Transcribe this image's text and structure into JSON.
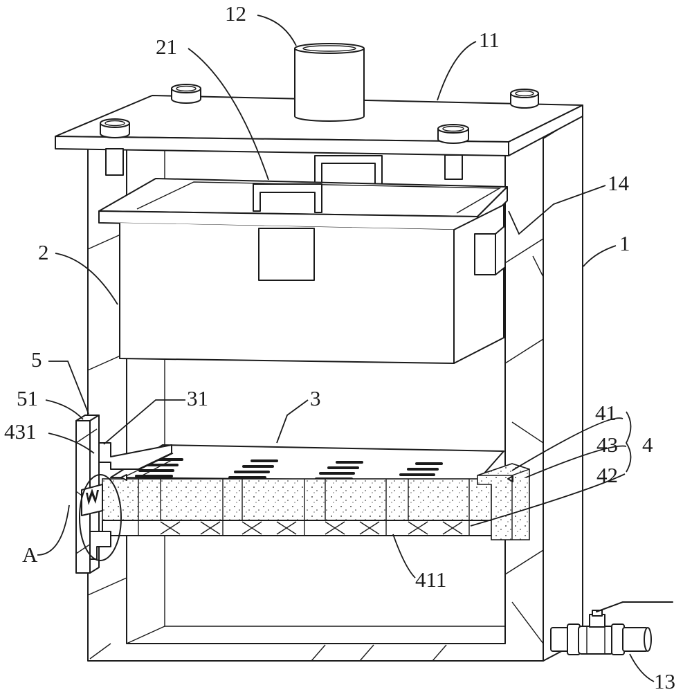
{
  "labels": {
    "l12": "12",
    "l21": "21",
    "l11": "11",
    "l14": "14",
    "l1": "1",
    "l2": "2",
    "l5": "5",
    "l51": "51",
    "l431": "431",
    "l31": "31",
    "l3": "3",
    "l41": "41",
    "l43": "43",
    "l4": "4",
    "l42": "42",
    "lA": "A",
    "l411": "411",
    "l13": "13"
  },
  "colors": {
    "line": "#1a1a1a",
    "background": "#ffffff"
  }
}
